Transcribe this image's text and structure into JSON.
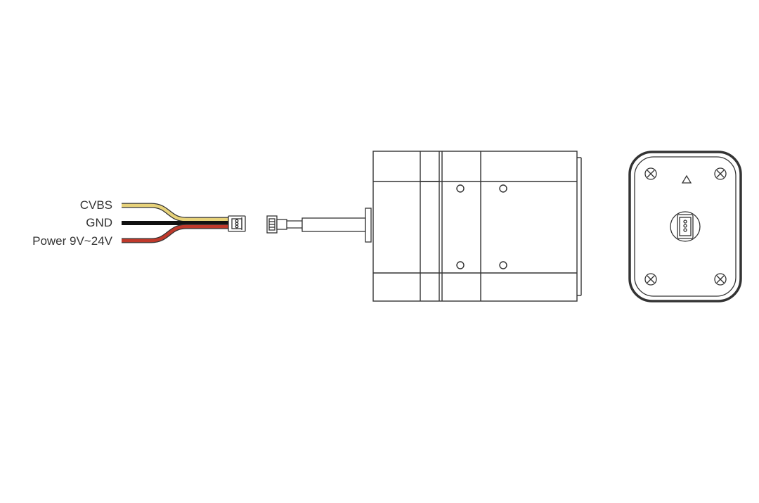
{
  "labels": {
    "cvbs": "CVBS",
    "gnd": "GND",
    "power": "Power 9V~24V"
  },
  "colors": {
    "cvbs_wire": "#e7d27a",
    "gnd_wire": "#111111",
    "power_wire": "#c0392b",
    "outline": "#333333"
  },
  "icons": {
    "orientation_mark": "triangle-up-icon",
    "connector": "connector-icon",
    "screw": "screw-icon"
  }
}
